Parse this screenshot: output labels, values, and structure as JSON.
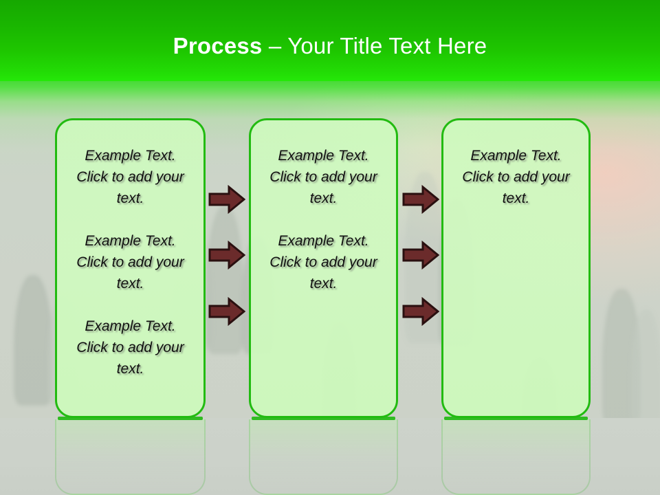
{
  "slide": {
    "title": {
      "strong": "Process",
      "dash": " – ",
      "rest": "Your Title Text Here"
    },
    "theme": {
      "title_band_color": "#1ec600",
      "box_border_color": "#22bb11",
      "box_fill_color": "#cefabe",
      "arrow_color": "#6b2b2b",
      "arrow_outline_color": "#2a1010",
      "title_text_color": "#ffffff",
      "body_text_color": "#111111",
      "floor_color": "#ccd2ca"
    },
    "boxes": [
      {
        "id": "box-1",
        "paragraphs": [
          "Example Text. Click  to add your text.",
          "Example Text. Click  to add your text.",
          "Example Text. Click  to add your text."
        ]
      },
      {
        "id": "box-2",
        "paragraphs": [
          "Example Text. Click  to add your text.",
          "Example Text. Click  to add your text."
        ]
      },
      {
        "id": "box-3",
        "paragraphs": [
          "Example Text. Click  to add your text."
        ]
      }
    ],
    "connectors": [
      {
        "group": "between-box-1-and-box-2",
        "icon": "right-arrow-icon",
        "count": 3
      },
      {
        "group": "between-box-2-and-box-3",
        "icon": "right-arrow-icon",
        "count": 3
      }
    ]
  }
}
